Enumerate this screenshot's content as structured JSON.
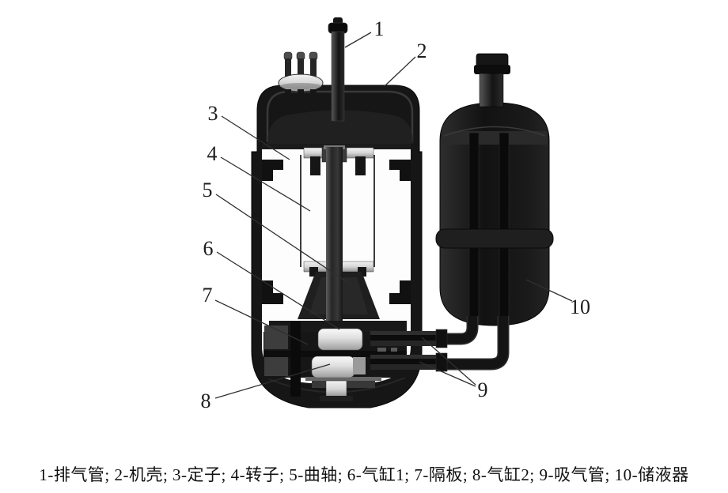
{
  "figure": {
    "caption": "1-排气管; 2-机壳; 3-定子; 4-转子; 5-曲轴; 6-气缸1; 7-隔板; 8-气缸2; 9-吸气管; 10-储液器"
  },
  "callouts": [
    {
      "number": "1",
      "label": "排气管"
    },
    {
      "number": "2",
      "label": "机壳"
    },
    {
      "number": "3",
      "label": "定子"
    },
    {
      "number": "4",
      "label": "转子"
    },
    {
      "number": "5",
      "label": "曲轴"
    },
    {
      "number": "6",
      "label": "气缸1"
    },
    {
      "number": "7",
      "label": "隔板"
    },
    {
      "number": "8",
      "label": "气缸2"
    },
    {
      "number": "9",
      "label": "吸气管"
    },
    {
      "number": "10",
      "label": "储液器"
    }
  ],
  "colors": {
    "background": "#ffffff",
    "ink": "#1c1c1c",
    "shell_dark": "#161616",
    "cutaway_white": "#fdfdfd",
    "metal_light": "#e8e8e8"
  }
}
